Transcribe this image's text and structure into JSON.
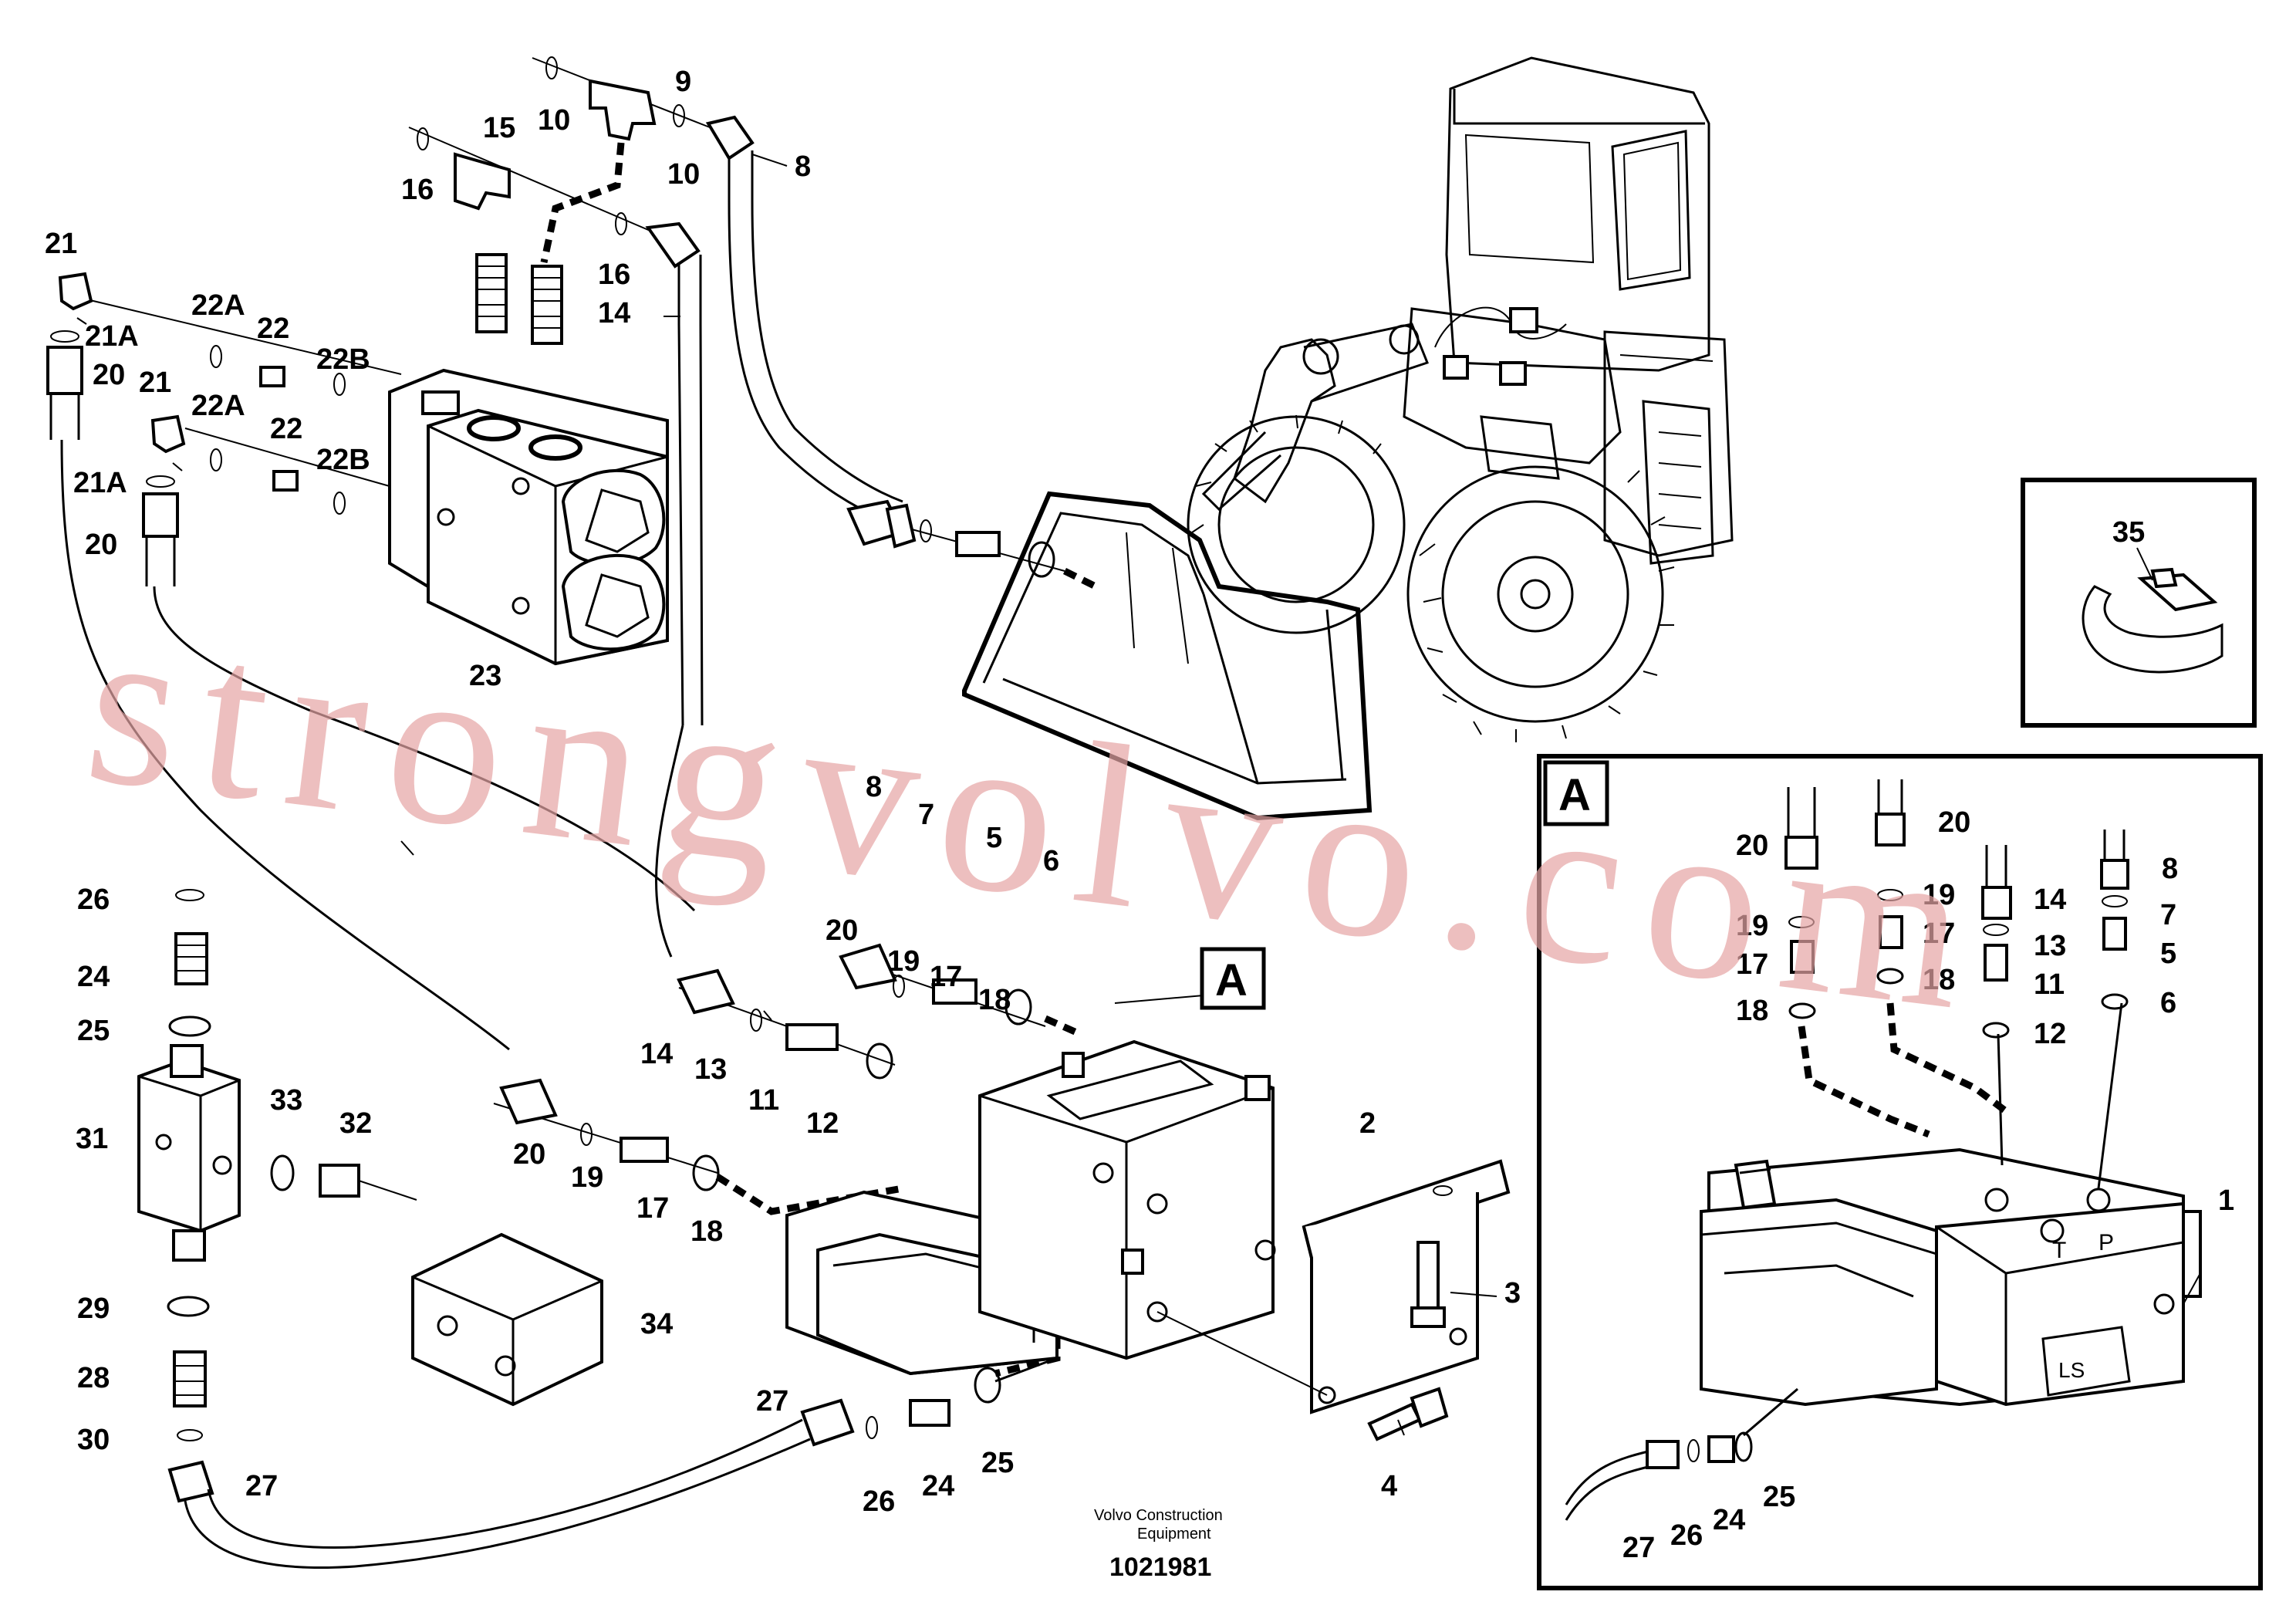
{
  "labels": {
    "l21a": "21",
    "l21Aa": "21A",
    "l20a": "20",
    "l22Aa": "22A",
    "l22a": "22",
    "l22Ba": "22B",
    "l21b": "21",
    "l22Ab": "22A",
    "l22b": "22",
    "l22Bb": "22B",
    "l21Ab": "21A",
    "l20b": "20",
    "l15": "15",
    "l16a": "16",
    "l16b": "16",
    "l14a": "14",
    "l9": "9",
    "l10a": "10",
    "l10b": "10",
    "l8a": "8",
    "l23": "23",
    "l8b": "8",
    "l7": "7",
    "l5": "5",
    "l6": "6",
    "l20c": "20",
    "l19a": "19",
    "l17a": "17",
    "l18a": "18",
    "l14b": "14",
    "l13": "13",
    "l11": "11",
    "l12": "12",
    "l20d": "20",
    "l19b": "19",
    "l17b": "17",
    "l18b": "18",
    "l26a": "26",
    "l24a": "24",
    "l25a": "25",
    "l31": "31",
    "l33": "33",
    "l32": "32",
    "l34": "34",
    "l29": "29",
    "l28": "28",
    "l30": "30",
    "l27a": "27",
    "l2": "2",
    "l3": "3",
    "l4": "4",
    "l27b": "27",
    "l26b": "26",
    "l24b": "24",
    "l25b": "25",
    "l35": "35",
    "dA20a": "20",
    "dA20b": "20",
    "dA19a": "19",
    "dA19b": "19",
    "dA17a": "17",
    "dA17b": "17",
    "dA18a": "18",
    "dA18b": "18",
    "dA14": "14",
    "dA13": "13",
    "dA11": "11",
    "dA12": "12",
    "dA8": "8",
    "dA7": "7",
    "dA5": "5",
    "dA6": "6",
    "dA1": "1",
    "dA27": "27",
    "dA26": "26",
    "dA24": "24",
    "dA25": "25"
  },
  "detail_tag": "A",
  "detail_box_tag": "A",
  "valve_marks": {
    "t": "T",
    "p": "P",
    "ls": "LS"
  },
  "caption": {
    "line1": "Volvo Construction",
    "line2": "Equipment"
  },
  "doc_number": "1021981",
  "watermark": "strongvolvo.com"
}
